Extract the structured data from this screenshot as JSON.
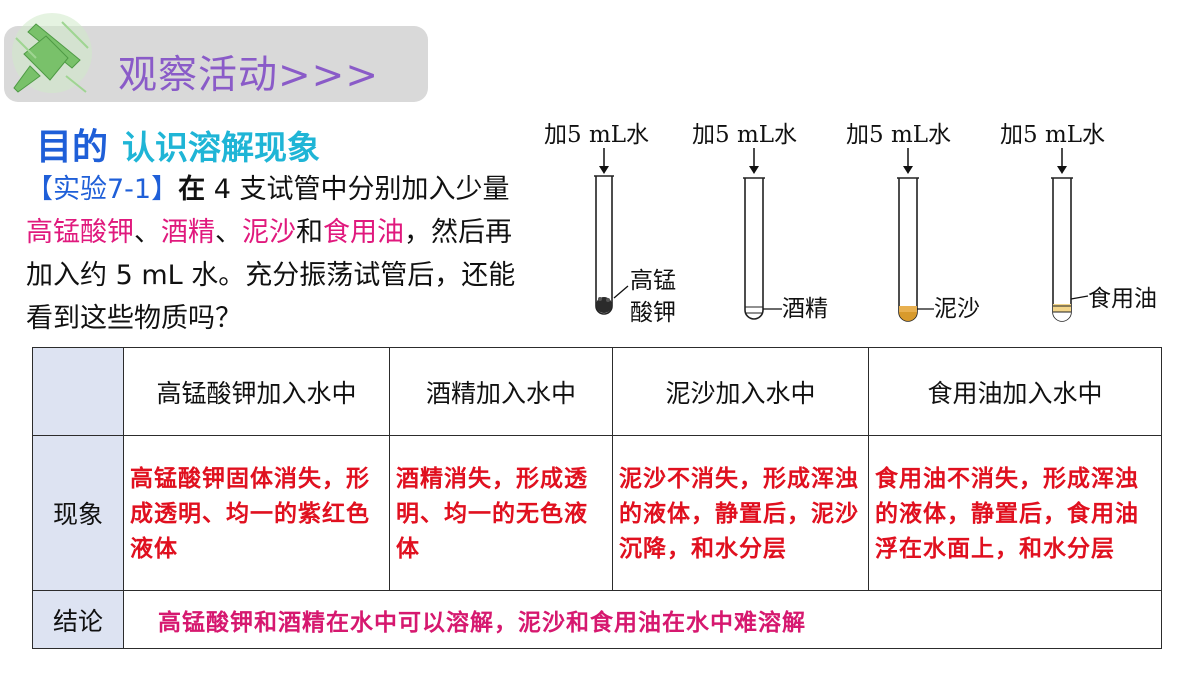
{
  "header": {
    "title": "观察活动>>>"
  },
  "goal": {
    "label": "目的",
    "text": "认识溶解现象"
  },
  "experiment": {
    "tag": "【实验7-1】",
    "intro_bold": "在",
    "p1": " 4 支试管中分别加入少量",
    "sub1": "高锰酸钾",
    "sep1": "、",
    "sub2": "酒精",
    "sep2": "、",
    "sub3": "泥沙",
    "and": "和",
    "sub4": "食用油",
    "p2": "，然后再加入约 5 mL 水。充分振荡试管后，还能看到这些物质吗？"
  },
  "tubes": [
    {
      "top_label": "加5 mL水",
      "label_line1": "高锰",
      "label_line2": "酸钾",
      "color": "#2b2b2b"
    },
    {
      "top_label": "加5 mL水",
      "label_line1": "酒精",
      "label_line2": "",
      "color": "#ffffff"
    },
    {
      "top_label": "加5 mL水",
      "label_line1": "泥沙",
      "label_line2": "",
      "color": "#d89a2c"
    },
    {
      "top_label": "加5 mL水",
      "label_line1": "食用油",
      "label_line2": "",
      "color": "#f3d58a"
    }
  ],
  "table": {
    "headers": [
      "高锰酸钾加入水中",
      "酒精加入水中",
      "泥沙加入水中",
      "食用油加入水中"
    ],
    "row_phenomenon_label": "现象",
    "phenomena": [
      "高锰酸钾固体消失，形成透明、均一的紫红色液体",
      "酒精消失，形成透明、均一的无色液体",
      "泥沙不消失，形成浑浊的液体，静置后，泥沙沉降，和水分层",
      "食用油不消失，形成浑浊的液体，静置后，食用油浮在水面上，和水分层"
    ],
    "row_conclusion_label": "结论",
    "conclusion": "高锰酸钾和酒精在水中可以溶解，泥沙和食用油在水中难溶解"
  },
  "colors": {
    "title_purple": "#8a5bc8",
    "goal_blue": "#1f5fd8",
    "goal_cyan": "#1fb5d6",
    "highlight_pink": "#e0197d",
    "observation_red": "#e0101f",
    "table_header_bg": "#dde3f2"
  }
}
